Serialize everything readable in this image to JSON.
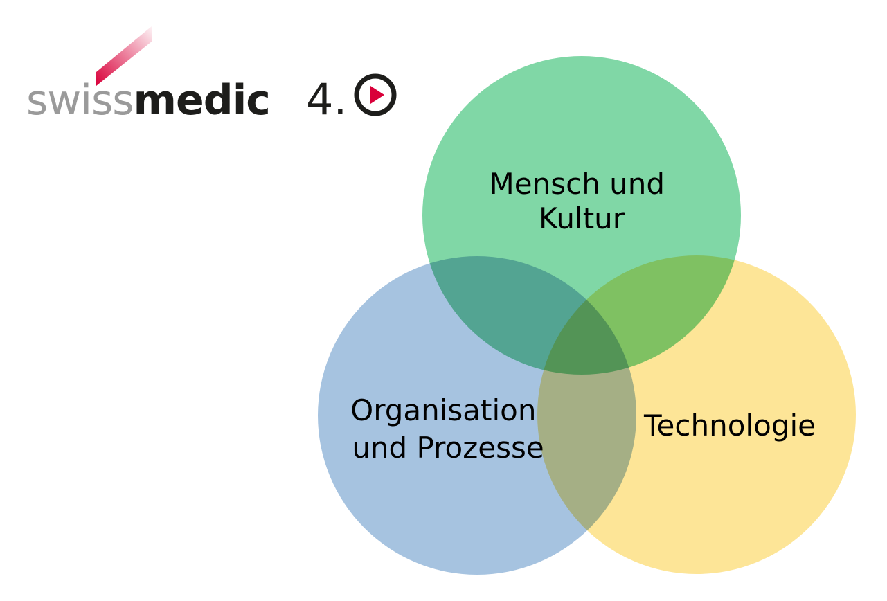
{
  "logo": {
    "text_light": "swiss",
    "text_dark": "medic",
    "version": "4.",
    "colors": {
      "gray": "#9a9a9a",
      "dark": "#1d1d1b",
      "red": "#d9003a"
    },
    "icon": "play-circle-icon"
  },
  "venn": {
    "sets": [
      {
        "id": "mensch",
        "lines": [
          "Mensch und",
          "Kultur"
        ],
        "color": "#80d7a6"
      },
      {
        "id": "organisation",
        "lines": [
          "Organisation",
          "und Prozesse"
        ],
        "color": "#96b9db"
      },
      {
        "id": "technologie",
        "lines": [
          "Technologie"
        ],
        "color": "#fddf7d"
      }
    ]
  }
}
